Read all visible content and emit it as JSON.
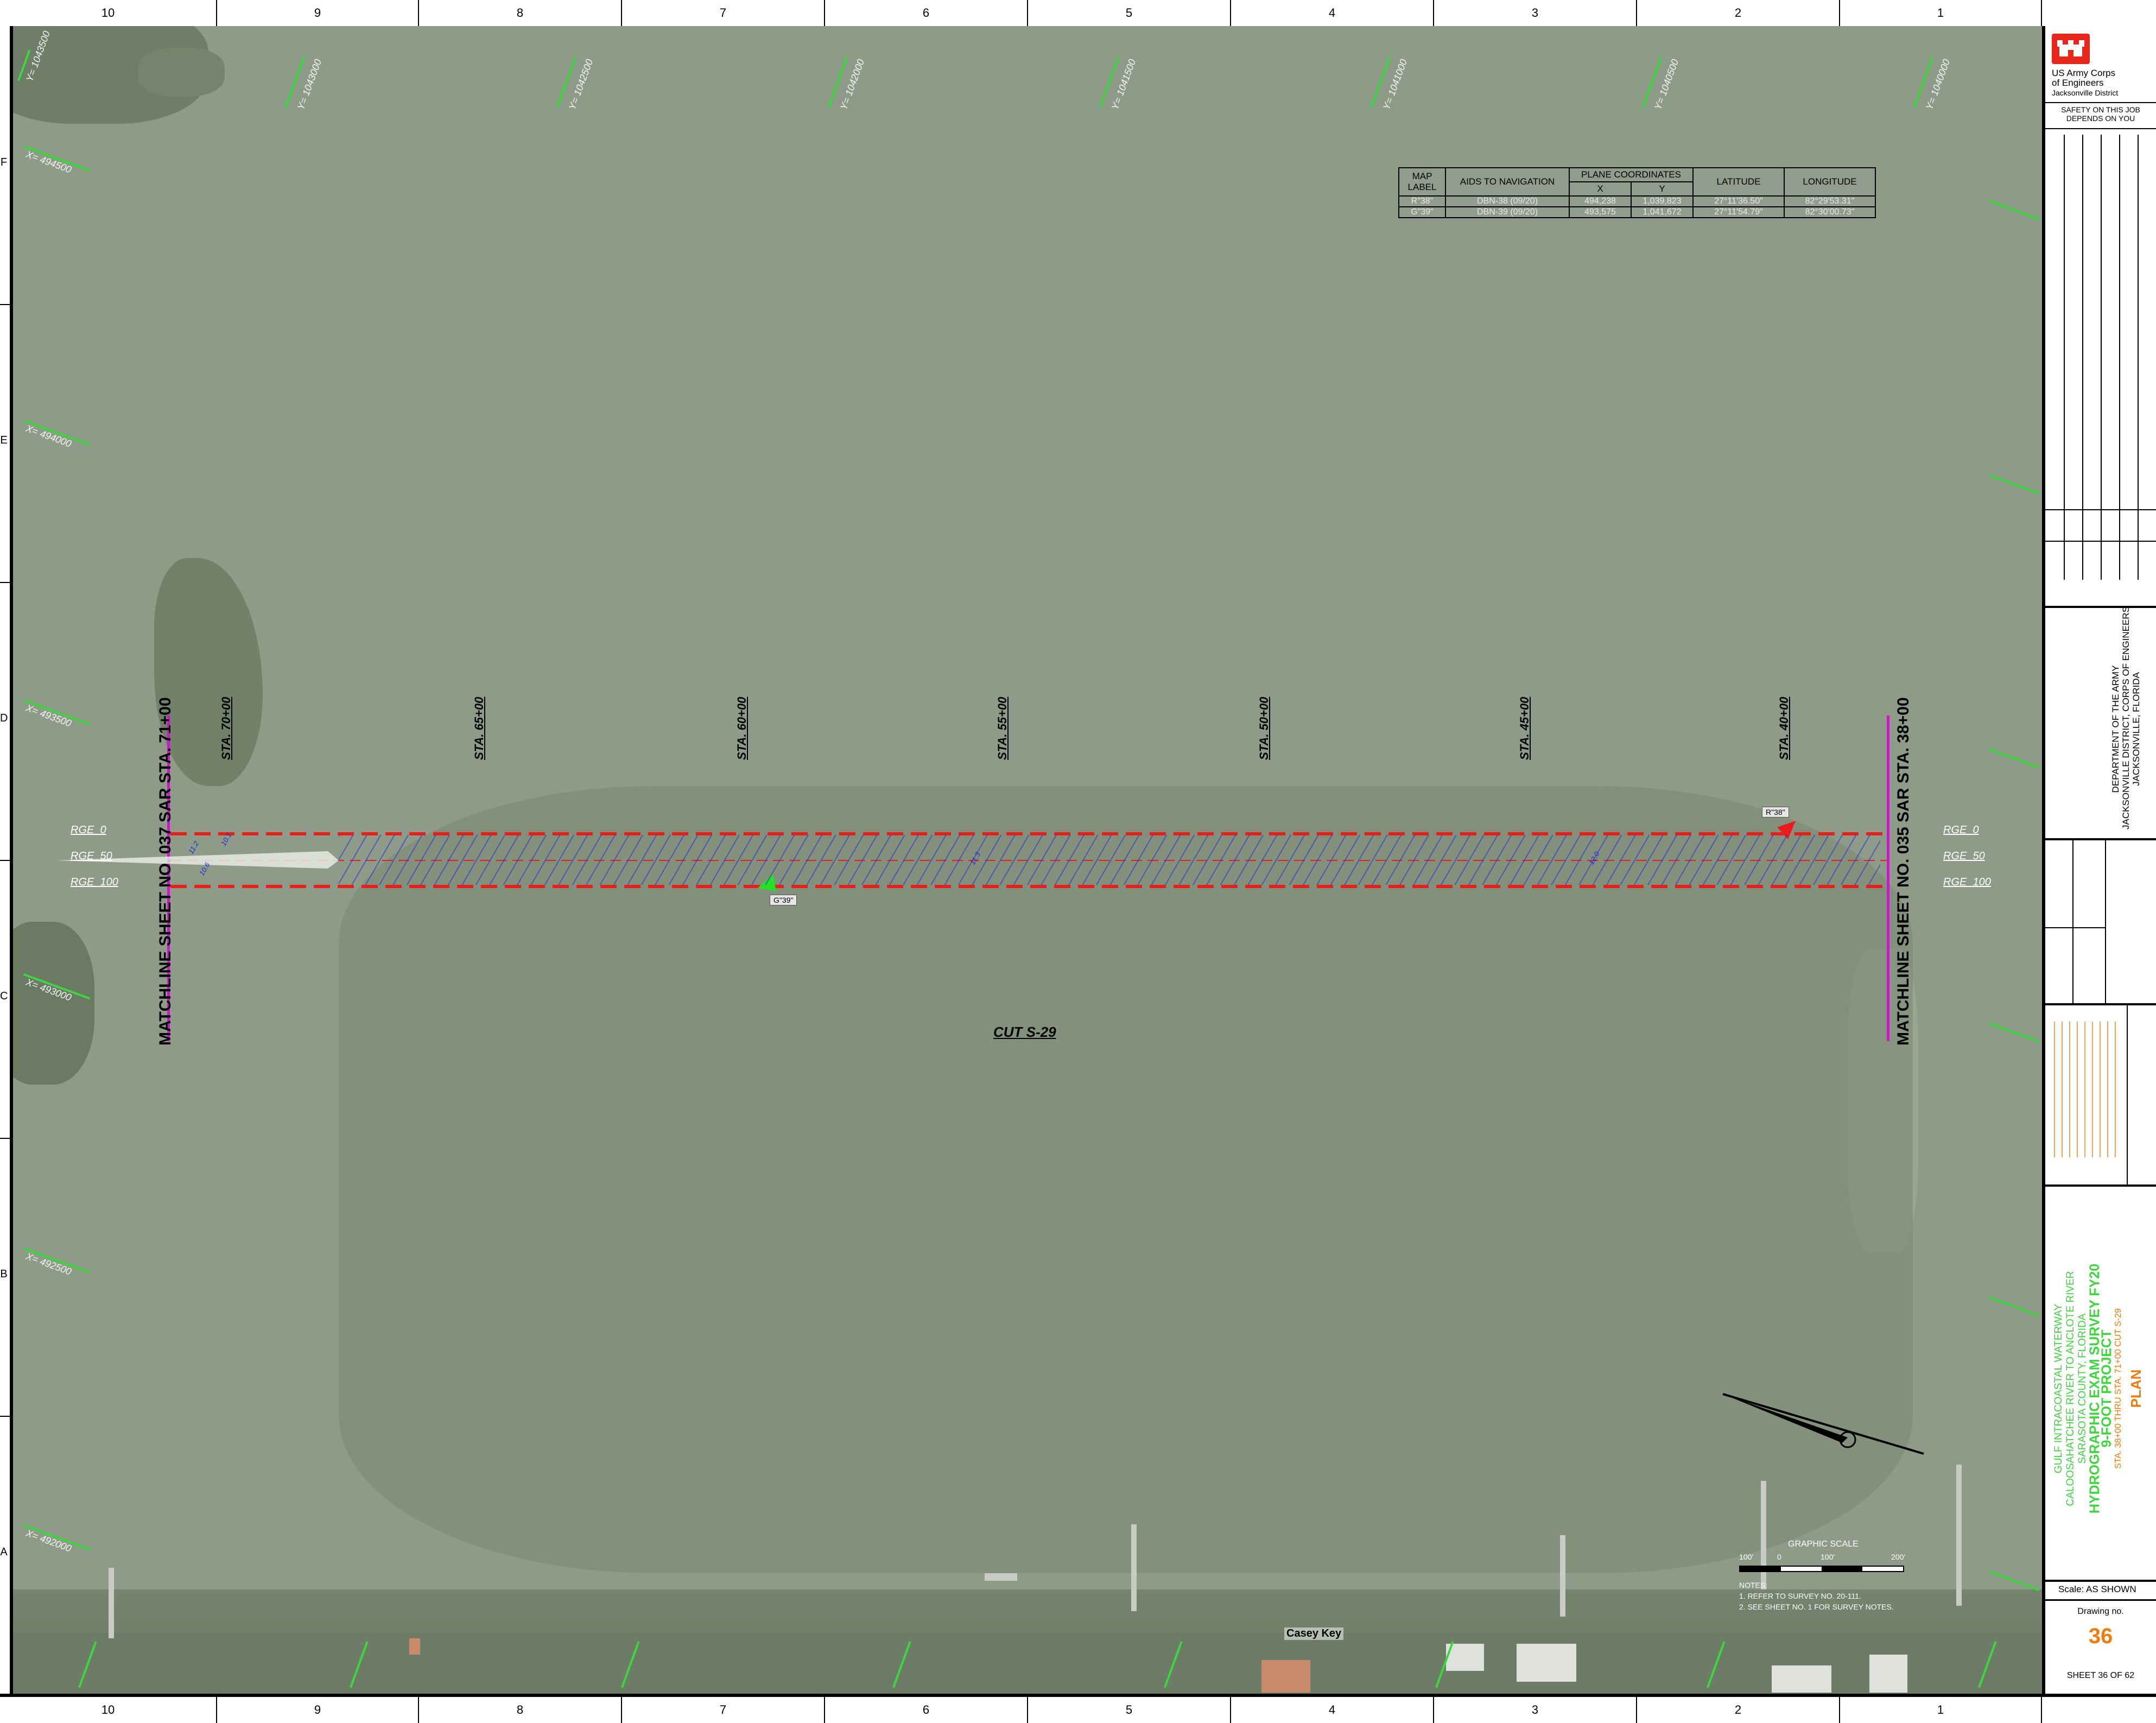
{
  "columns": [
    "10",
    "9",
    "8",
    "7",
    "6",
    "5",
    "4",
    "3",
    "2",
    "1"
  ],
  "rows": [
    "F",
    "E",
    "D",
    "C",
    "B",
    "A"
  ],
  "grid_y_labels": [
    "Y= 1043500",
    "Y= 1043000",
    "Y= 1042500",
    "Y= 1042000",
    "Y= 1041500",
    "Y= 1041000",
    "Y= 1040500",
    "Y= 1040000"
  ],
  "grid_x_labels": [
    "X= 494500",
    "X= 494000",
    "X= 493500",
    "X= 493000",
    "X= 492500",
    "X= 492000"
  ],
  "nav_table": {
    "headers": {
      "map_label": "MAP LABEL",
      "aids": "AIDS TO NAVIGATION",
      "plane": "PLANE COORDINATES",
      "x": "X",
      "y": "Y",
      "lat": "LATITUDE",
      "lon": "LONGITUDE"
    },
    "rows": [
      {
        "label": "R\"38\"",
        "aid": "DBN-38 (09/20)",
        "x": "494,238",
        "y": "1,039,823",
        "lat": "27°11'36.50\"",
        "lon": "82°29'53.31\""
      },
      {
        "label": "G\"39\"",
        "aid": "DBN-39 (09/20)",
        "x": "493,575",
        "y": "1,041,672",
        "lat": "27°11'54.79\"",
        "lon": "82°30'00.73\""
      }
    ]
  },
  "stations": [
    "STA. 70+00",
    "STA. 65+00",
    "STA. 60+00",
    "STA. 55+00",
    "STA. 50+00",
    "STA. 45+00",
    "STA. 40+00"
  ],
  "matchlines": {
    "left": "MATCHLINE SHEET NO. 037 SAR STA. 71+00",
    "right": "MATCHLINE SHEET NO. 035 SAR STA. 38+00"
  },
  "ranges": [
    "RGE_0",
    "RGE_50",
    "RGE_100"
  ],
  "markers": {
    "red": "R\"38\"",
    "green": "G\"39\""
  },
  "cut_label": "CUT S-29",
  "place_label": "Casey Key",
  "scale": {
    "title": "GRAPHIC SCALE",
    "ticks": [
      "100'",
      "0",
      "100'",
      "200'"
    ]
  },
  "notes": {
    "title": "NOTES:",
    "items": [
      "1. REFER TO SURVEY NO. 20-111.",
      "2. SEE SHEET NO. 1 FOR SURVEY NOTES."
    ]
  },
  "title_block": {
    "agency_line1": "US Army Corps",
    "agency_line2": "of Engineers",
    "agency_line3": "Jacksonville District",
    "safety_line1": "SAFETY ON THIS JOB",
    "safety_line2": "DEPENDS ON YOU",
    "dept_line1": "DEPARTMENT OF THE ARMY",
    "dept_line2": "JACKSONVILLE DISTRICT, CORPS OF ENGINEERS",
    "dept_line3": "JACKSONVILLE, FLORIDA",
    "proj_line1": "GULF INTRACOASTAL WATERWAY",
    "proj_line2": "CALOOSAHATCHEE RIVER TO ANCLOTE RIVER",
    "proj_line3": "SARASOTA COUNTY, FLORIDA",
    "title_line1": "HYDROGRAPHIC EXAM SURVEY FY20",
    "title_line2": "9-FOOT PROJECT",
    "sta_range": "STA. 38+00 THRU STA. 71+00 CUT S-29",
    "plan": "PLAN",
    "scale_label": "Scale:",
    "scale_value": "AS SHOWN",
    "drawing_label": "Drawing no.",
    "drawing_no": "36",
    "sheet_text": "SHEET",
    "sheet_no": "36",
    "of_text": "OF",
    "sheet_total": "62"
  },
  "colors": {
    "water": "#8e9b88",
    "channel_line": "#e8201c",
    "soundings": "#1c2cd4",
    "grid_ticks": "#3dd63d",
    "matchline": "#c020c0",
    "title_green": "#3dd63d",
    "title_orange": "#f07b10"
  }
}
